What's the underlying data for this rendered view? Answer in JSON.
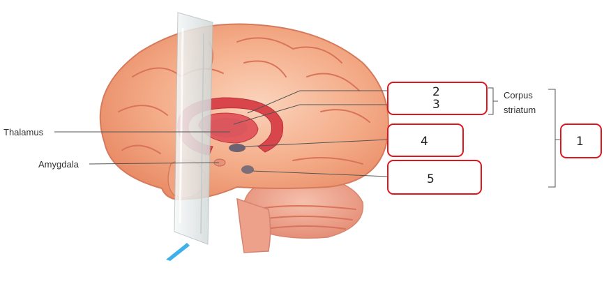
{
  "labels": {
    "thalamus": "Thalamus",
    "amygdala": "Amygdala",
    "corpus_line1": "Corpus",
    "corpus_line2": "striatum"
  },
  "answer_boxes": {
    "box_2_3_top": "2",
    "box_2_3_bottom": "3",
    "box_4": "4",
    "box_5": "5",
    "box_1": "1"
  },
  "colors": {
    "brain_base": "#f2a07c",
    "brain_highlight": "#f8c2a4",
    "striatum": "#d8454a",
    "cerebellum": "#eea58d",
    "box_border": "#e0161c",
    "pane": "#e9ecec"
  }
}
